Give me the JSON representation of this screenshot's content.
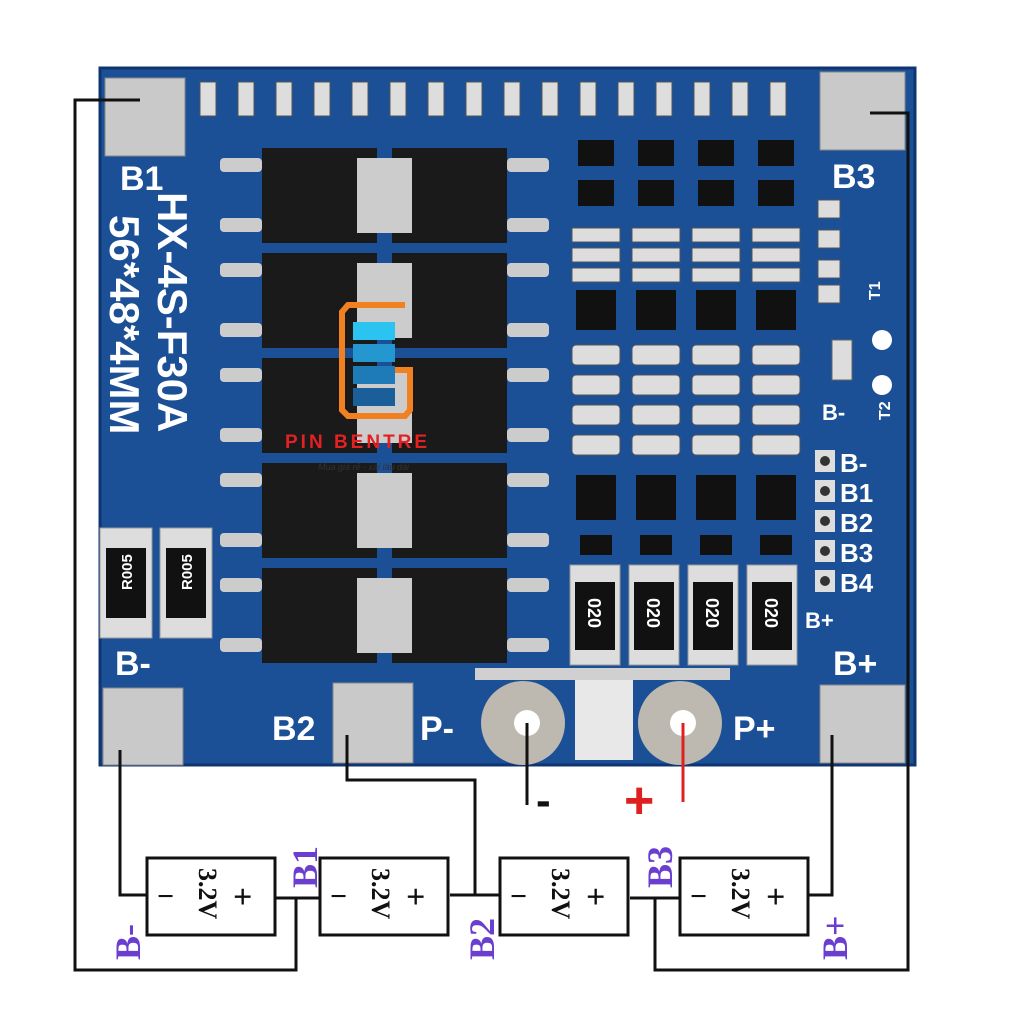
{
  "board": {
    "model": "HX-4S-F30A",
    "size": "56*48*4MM",
    "pads": {
      "b1": "B1",
      "b3": "B3",
      "b_minus": "B-",
      "b2": "B2",
      "b_plus": "B+",
      "p_minus": "P-",
      "p_plus": "P+"
    },
    "header_labels": [
      "B-",
      "B1",
      "B2",
      "B3",
      "B4"
    ],
    "header_b_plus": "B+",
    "thermal": {
      "t1": "T1",
      "t2": "T2",
      "b_minus": "B-"
    },
    "shunt_resistor_label": "R005",
    "current_resistor_label": "020"
  },
  "wiring": {
    "minus_sign": "-",
    "plus_sign": "+",
    "cells": [
      {
        "voltage": "3.2V",
        "neg": "−",
        "pos": "+"
      },
      {
        "voltage": "3.2V",
        "neg": "−",
        "pos": "+"
      },
      {
        "voltage": "3.2V",
        "neg": "−",
        "pos": "+"
      },
      {
        "voltage": "3.2V",
        "neg": "−",
        "pos": "+"
      }
    ],
    "node_labels": [
      "B-",
      "B1",
      "B2",
      "B3",
      "B+"
    ]
  },
  "watermark": {
    "brand": "PIN BENTRE",
    "slogan": "Mua giá rẻ - xài lâu dài"
  },
  "colors": {
    "board": "#1b4f96",
    "pad": "#c8c8c8",
    "wire": "#111111",
    "red": "#e02020",
    "label": "#6a3fd0"
  }
}
